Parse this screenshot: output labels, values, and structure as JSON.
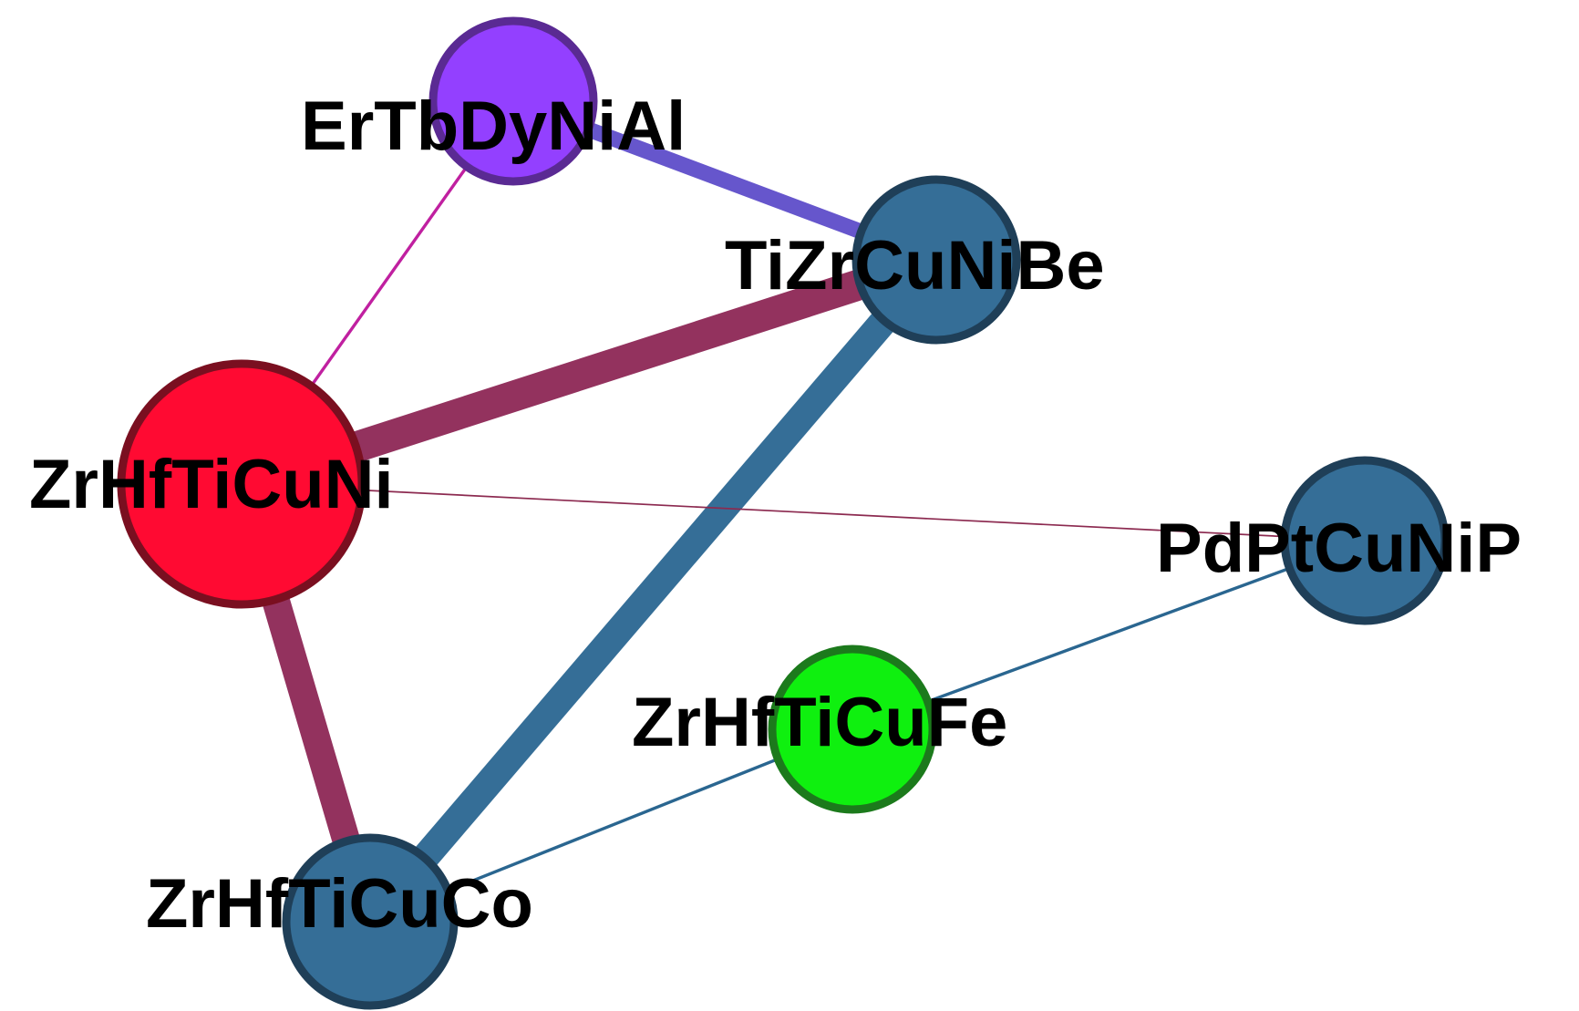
{
  "diagram": {
    "type": "network",
    "nodes": [
      {
        "id": "ErTbDyNiAl",
        "label": "ErTbDyNiAl",
        "fill": "#9340ff",
        "stroke": "#5a2a93"
      },
      {
        "id": "TiZrCuNiBe",
        "label": "TiZrCuNiBe",
        "fill": "#356e97",
        "stroke": "#1f3f58"
      },
      {
        "id": "ZrHfTiCuNi",
        "label": "ZrHfTiCuNi",
        "fill": "#ff0a32",
        "stroke": "#7a0f20"
      },
      {
        "id": "PdPtCuNiP",
        "label": "PdPtCuNiP",
        "fill": "#356e97",
        "stroke": "#1f3f58"
      },
      {
        "id": "ZrHfTiCuFe",
        "label": "ZrHfTiCuFe",
        "fill": "#0ff00f",
        "stroke": "#1c7a1c"
      },
      {
        "id": "ZrHfTiCuCo",
        "label": "ZrHfTiCuCo",
        "fill": "#356e97",
        "stroke": "#1f3f58"
      }
    ],
    "edges": [
      {
        "source": "ErTbDyNiAl",
        "target": "TiZrCuNiBe",
        "color": "#6656cc",
        "weight": 5
      },
      {
        "source": "ErTbDyNiAl",
        "target": "ZrHfTiCuNi",
        "color": "#c020a0",
        "weight": 1
      },
      {
        "source": "ZrHfTiCuNi",
        "target": "TiZrCuNiBe",
        "color": "#93325e",
        "weight": 10
      },
      {
        "source": "ZrHfTiCuNi",
        "target": "ZrHfTiCuCo",
        "color": "#93325e",
        "weight": 9
      },
      {
        "source": "TiZrCuNiBe",
        "target": "ZrHfTiCuCo",
        "color": "#356e97",
        "weight": 9
      },
      {
        "source": "ZrHfTiCuNi",
        "target": "PdPtCuNiP",
        "color": "#8c2a50",
        "weight": 0.5
      },
      {
        "source": "PdPtCuNiP",
        "target": "ZrHfTiCuFe",
        "color": "#2a6690",
        "weight": 1
      },
      {
        "source": "ZrHfTiCuFe",
        "target": "ZrHfTiCuCo",
        "color": "#2a6690",
        "weight": 1
      }
    ]
  }
}
